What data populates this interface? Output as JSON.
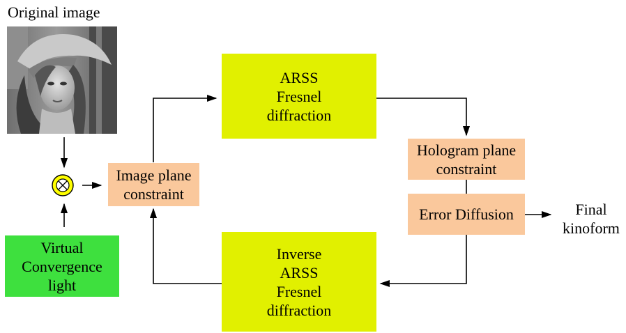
{
  "input_image": {
    "caption": "Original image",
    "icon": "grayscale-portrait-photo"
  },
  "multiplier": {
    "icon": "circled-times-icon",
    "symbol": "×"
  },
  "boxes": {
    "convergence_light": {
      "lines": [
        "Virtual",
        "Convergence",
        "light"
      ]
    },
    "image_plane": {
      "lines": [
        "Image plane",
        "constraint"
      ]
    },
    "forward_prop": {
      "lines": [
        "ARSS",
        "Fresnel",
        "diffraction"
      ]
    },
    "hologram_plane": {
      "lines": [
        "Hologram plane",
        "constraint"
      ]
    },
    "error_diffusion": {
      "lines": [
        "Error Diffusion"
      ]
    },
    "inverse_prop": {
      "lines": [
        "Inverse",
        "ARSS",
        "Fresnel",
        "diffraction"
      ]
    }
  },
  "output": {
    "lines": [
      "Final",
      "kinoform"
    ]
  },
  "colors": {
    "process_box": "#e1f000",
    "constraint_box": "#fac89c",
    "source_box": "#3ee03e",
    "multiplier_fill": "#ffff00"
  }
}
